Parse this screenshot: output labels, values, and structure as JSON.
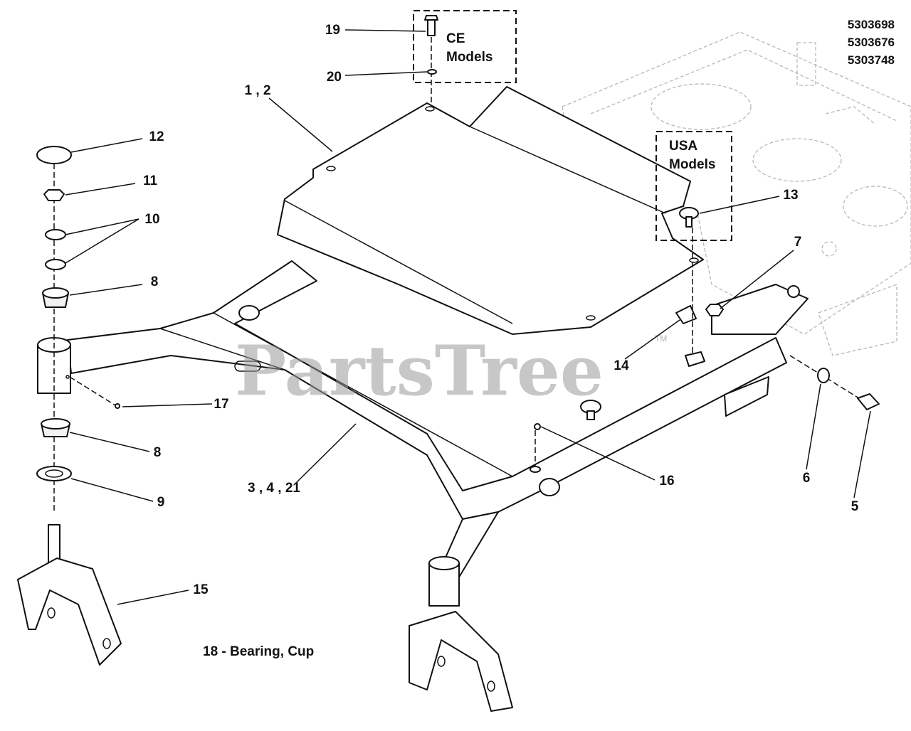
{
  "model_numbers": [
    "5303698",
    "5303676",
    "5303748"
  ],
  "watermark": {
    "text": "PartsTree",
    "mark": "TM"
  },
  "callout_boxes": {
    "ce": {
      "line1": "CE",
      "line2": "Models"
    },
    "usa": {
      "line1": "USA",
      "line2": "Models"
    }
  },
  "callouts": {
    "c19": "19",
    "c20": "20",
    "c1_2": "1 , 2",
    "c12": "12",
    "c11": "11",
    "c10": "10",
    "c8_top": "8",
    "c17": "17",
    "c8_bottom": "8",
    "c9": "9",
    "c15": "15",
    "c3_4_21": "3 , 4 , 21",
    "c13": "13",
    "c7": "7",
    "c14": "14",
    "c16": "16",
    "c6": "6",
    "c5": "5"
  },
  "footnote": "18 - Bearing, Cup",
  "colors": {
    "ink": "#111111",
    "ghost_frame": "#b8b8b8",
    "watermark": "#9a9a9a",
    "background": "#ffffff"
  }
}
